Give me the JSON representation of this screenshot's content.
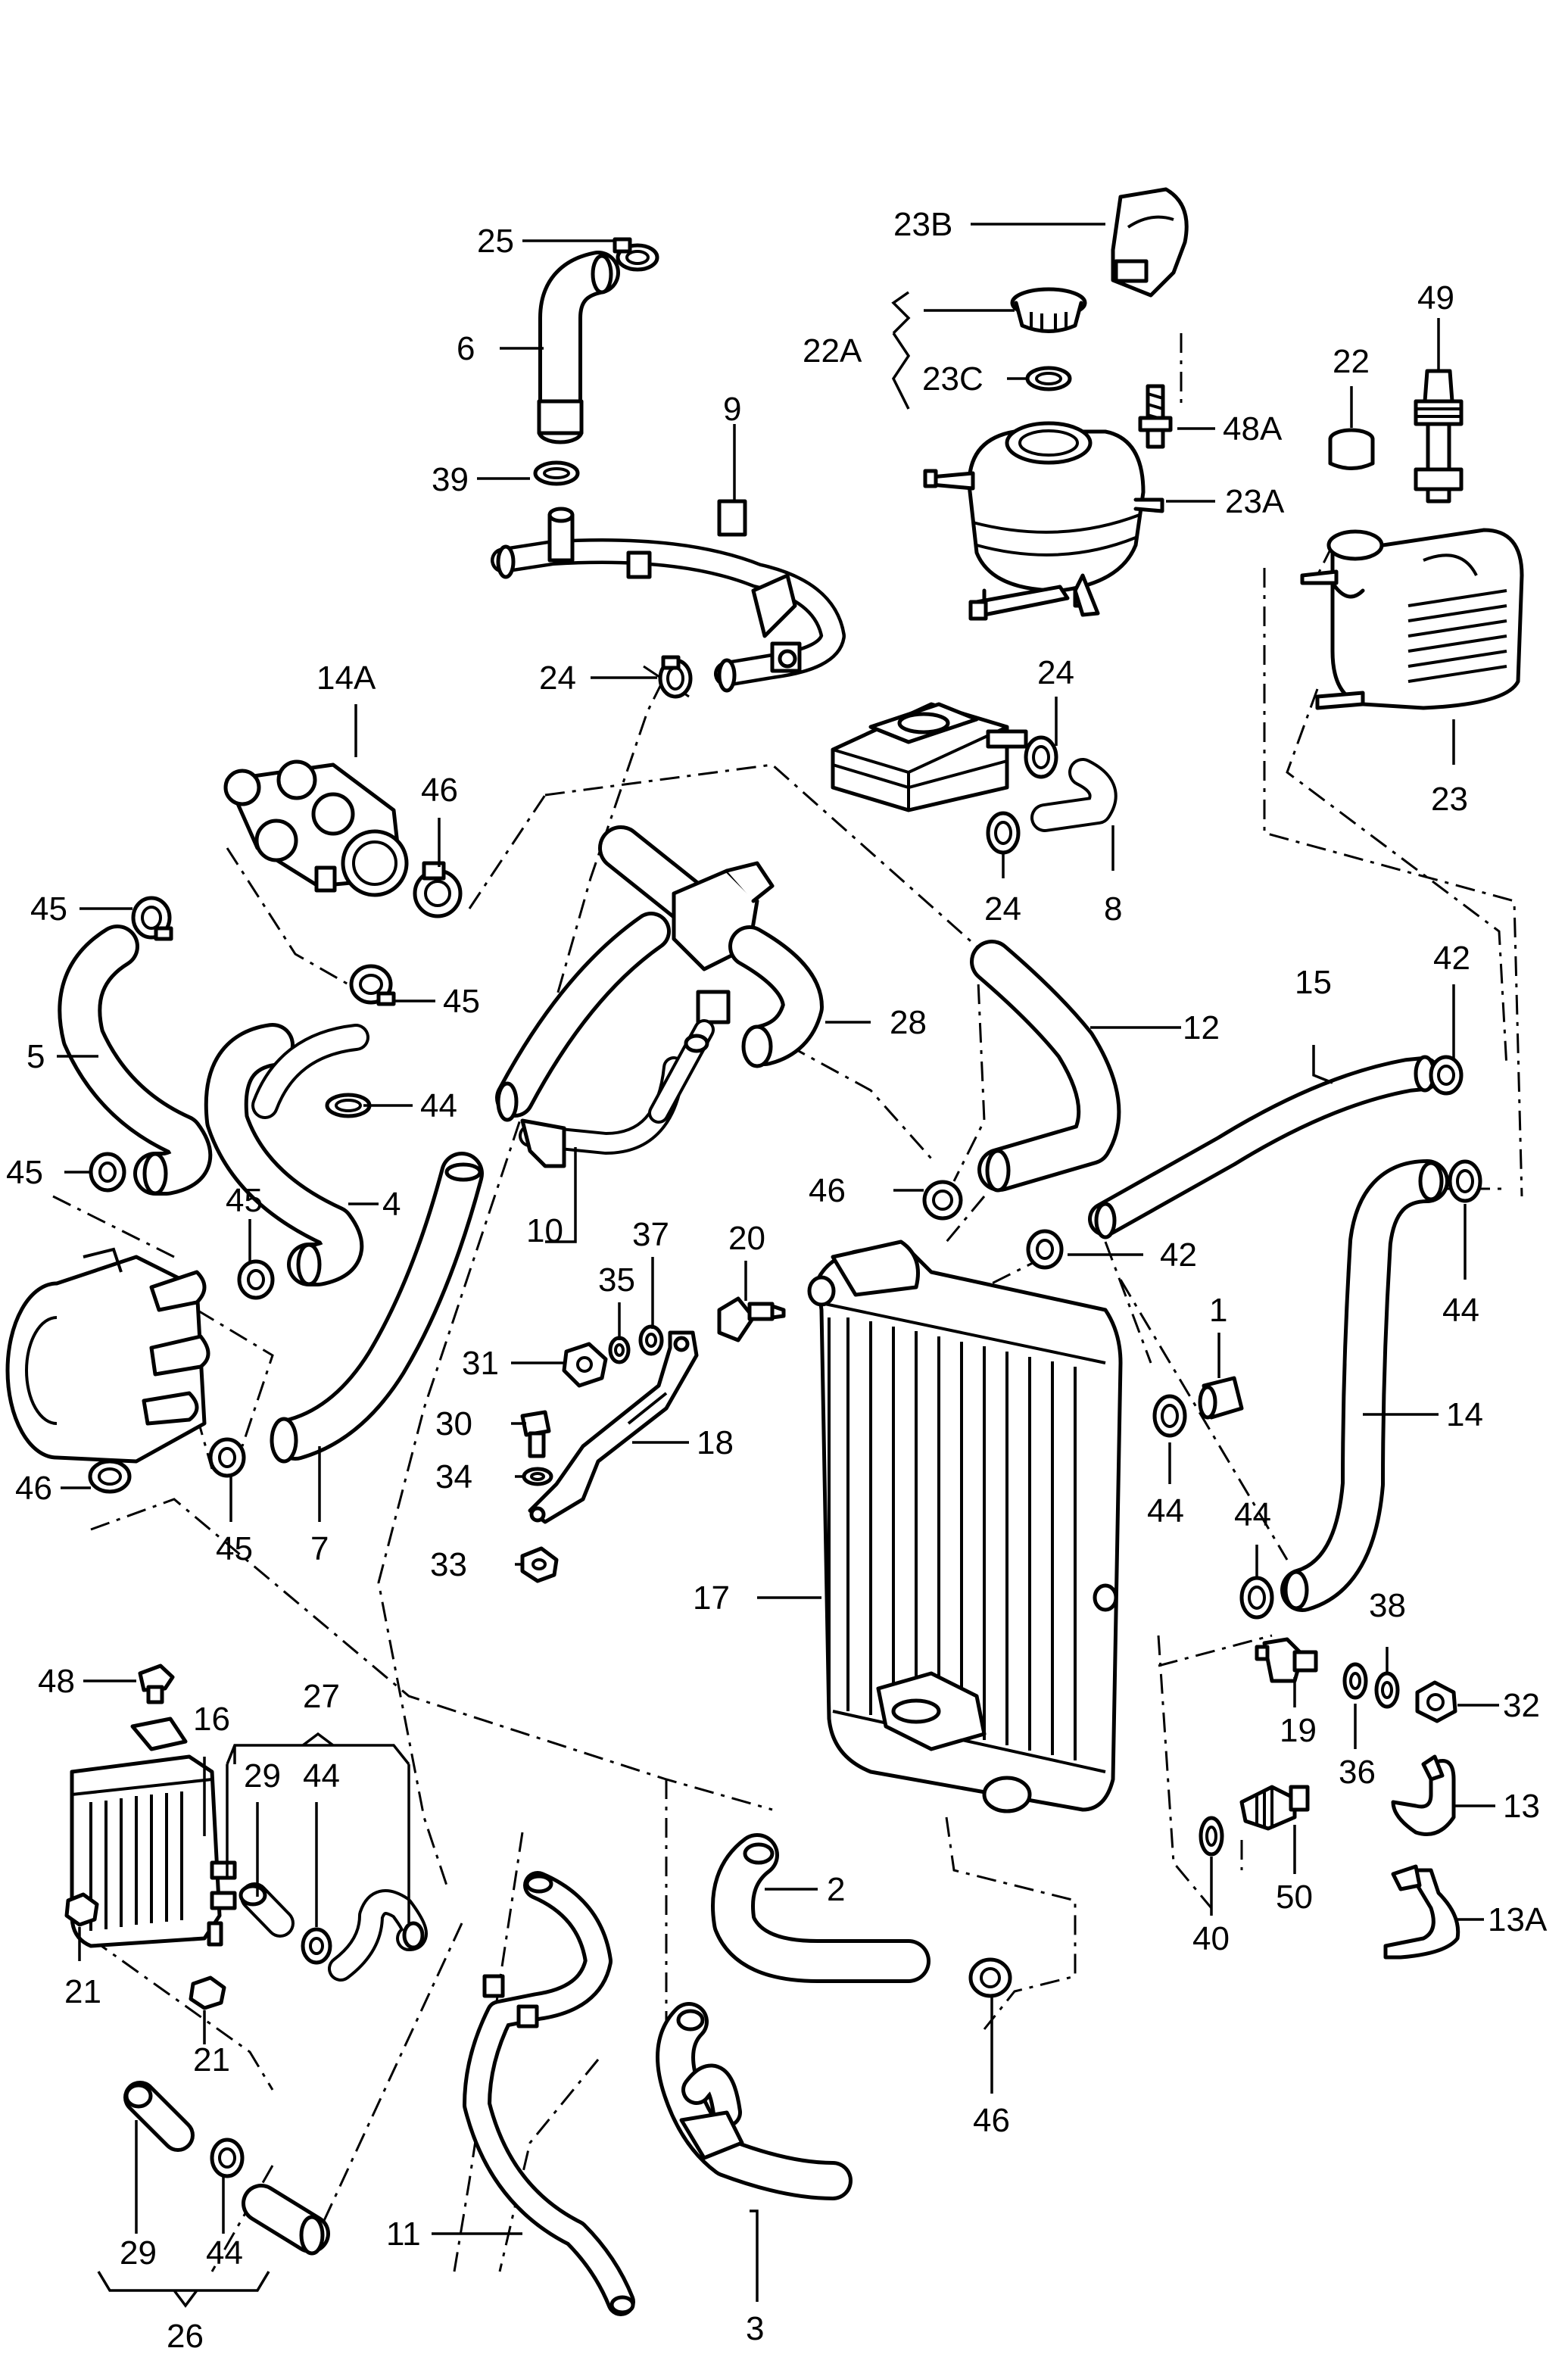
{
  "labels": {
    "l1": "1",
    "l2": "2",
    "l3": "3",
    "l4": "4",
    "l5": "5",
    "l6": "6",
    "l7": "7",
    "l8": "8",
    "l9": "9",
    "l10": "10",
    "l11": "11",
    "l12": "12",
    "l13": "13",
    "l13A": "13A",
    "l14": "14",
    "l14A": "14A",
    "l15": "15",
    "l16": "16",
    "l17": "17",
    "l18": "18",
    "l19": "19",
    "l20": "20",
    "l21a": "21",
    "l21b": "21",
    "l22": "22",
    "l22A": "22A",
    "l23": "23",
    "l23A": "23A",
    "l23B": "23B",
    "l23C": "23C",
    "l24a": "24",
    "l24b": "24",
    "l24c": "24",
    "l25": "25",
    "l26": "26",
    "l27": "27",
    "l28": "28",
    "l29a": "29",
    "l29b": "29",
    "l30": "30",
    "l31": "31",
    "l32": "32",
    "l33": "33",
    "l34": "34",
    "l35": "35",
    "l36": "36",
    "l37": "37",
    "l38": "38",
    "l39": "39",
    "l40": "40",
    "l42a": "42",
    "l42b": "42",
    "l44a": "44",
    "l44b": "44",
    "l44c": "44",
    "l44d": "44",
    "l44e": "44",
    "l44f": "44",
    "l45a": "45",
    "l45b": "45",
    "l45c": "45",
    "l45d": "45",
    "l45e": "45",
    "l46a": "46",
    "l46b": "46",
    "l46c": "46",
    "l46d": "46",
    "l48": "48",
    "l48A": "48A",
    "l49": "49",
    "l50": "50"
  }
}
